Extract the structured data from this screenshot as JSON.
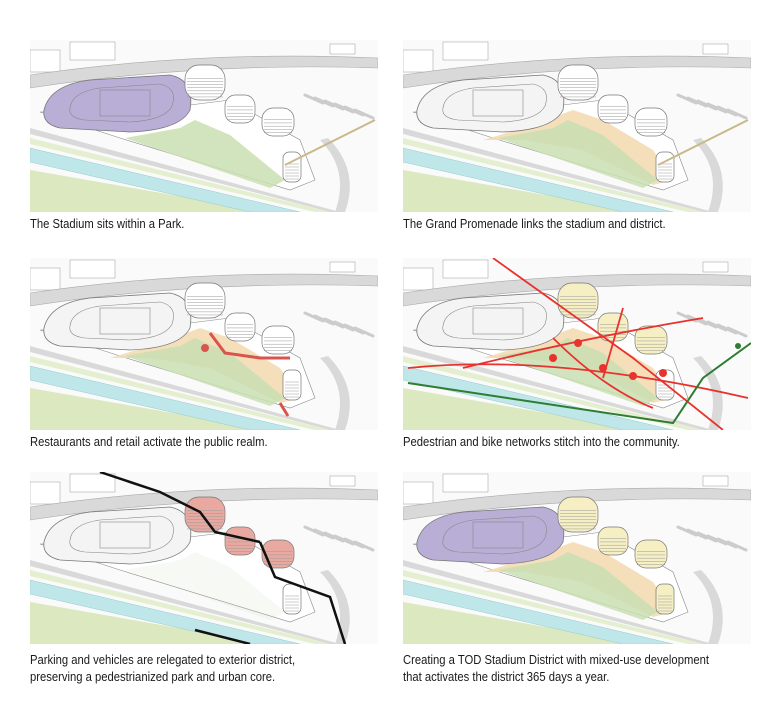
{
  "panels": [
    {
      "caption": "The Stadium sits within a Park."
    },
    {
      "caption": "The Grand Promenade links the stadium and district."
    },
    {
      "caption": "Restaurants and retail activate the public realm."
    },
    {
      "caption": "Pedestrian and bike networks stitch into the community."
    },
    {
      "caption_line1": "Parking and vehicles are relegated to exterior district,",
      "caption_line2": "preserving a pedestrianized park and urban core."
    },
    {
      "caption_line1": "Creating a TOD Stadium District with mixed-use development",
      "caption_line2": "that activates the district 365 days a year."
    }
  ],
  "colors": {
    "stadium": "#b9aed6",
    "park": "#c9dfb2",
    "promenade": "#f3dcb3",
    "water": "#bfe6e8",
    "road": "#d9d9d9",
    "retail": "#d9534f",
    "pedestrian": "#e8322e",
    "bike": "#2e7d32",
    "parking": "#e9a9a0",
    "vehicle": "#111111",
    "mixed_use": "#f6efc4"
  }
}
